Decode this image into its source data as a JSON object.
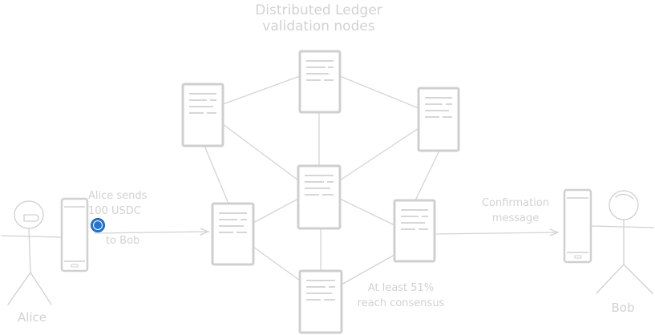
{
  "diagram": {
    "title_lines": [
      "Distributed Ledger",
      "validation nodes"
    ],
    "send_label": {
      "line1": "Alice sends",
      "line2": "100 USDC",
      "line3": "to Bob"
    },
    "confirmation_label": {
      "line1": "Confirmation",
      "line2": "message"
    },
    "consensus_label": {
      "line1": "At least 51%",
      "line2": "reach consensus"
    },
    "actors": {
      "sender": "Alice",
      "receiver": "Bob"
    },
    "coin_icon": "usdc-dollar-coin-icon",
    "colors": {
      "sketch_line": "#d4d4d4",
      "text": "#d2d2d2",
      "coin": "#2775ca"
    }
  }
}
